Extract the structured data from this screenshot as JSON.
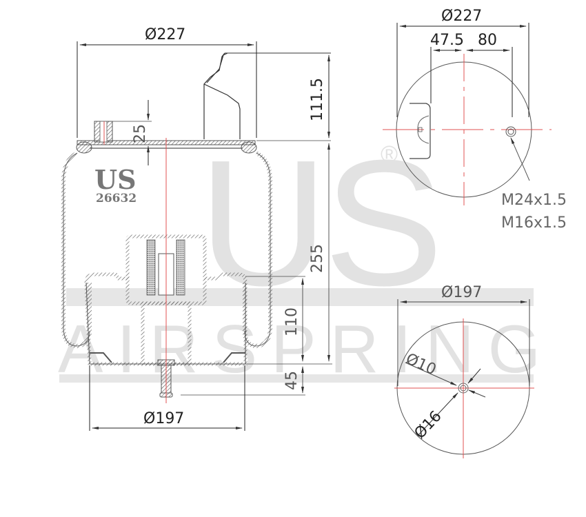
{
  "watermark": {
    "big": "US",
    "sub_letters": [
      "A",
      "I",
      "R",
      "S",
      "P",
      "R",
      "I",
      "N",
      "G"
    ],
    "registered": "®",
    "color": "#e2e2e2"
  },
  "label": {
    "brand": "US",
    "part_number": "26632"
  },
  "side_view": {
    "top_diameter": "Ø227",
    "bottom_diameter": "Ø197",
    "height_top_mount": "111.5",
    "height_stud": "25",
    "height_body": "255",
    "height_piston": "110",
    "height_bottom_stud": "45"
  },
  "top_view": {
    "diameter": "Ø227",
    "offset_left": "47.5",
    "offset_right": "80",
    "thread_1": "M24x1.5",
    "thread_2": "M16x1.5"
  },
  "bottom_view": {
    "diameter": "Ø197",
    "hole_inner": "Ø10",
    "hole_outer": "Ø16"
  },
  "colors": {
    "centerline": "#e05050",
    "outline": "#444444",
    "dimension": "#222222"
  }
}
